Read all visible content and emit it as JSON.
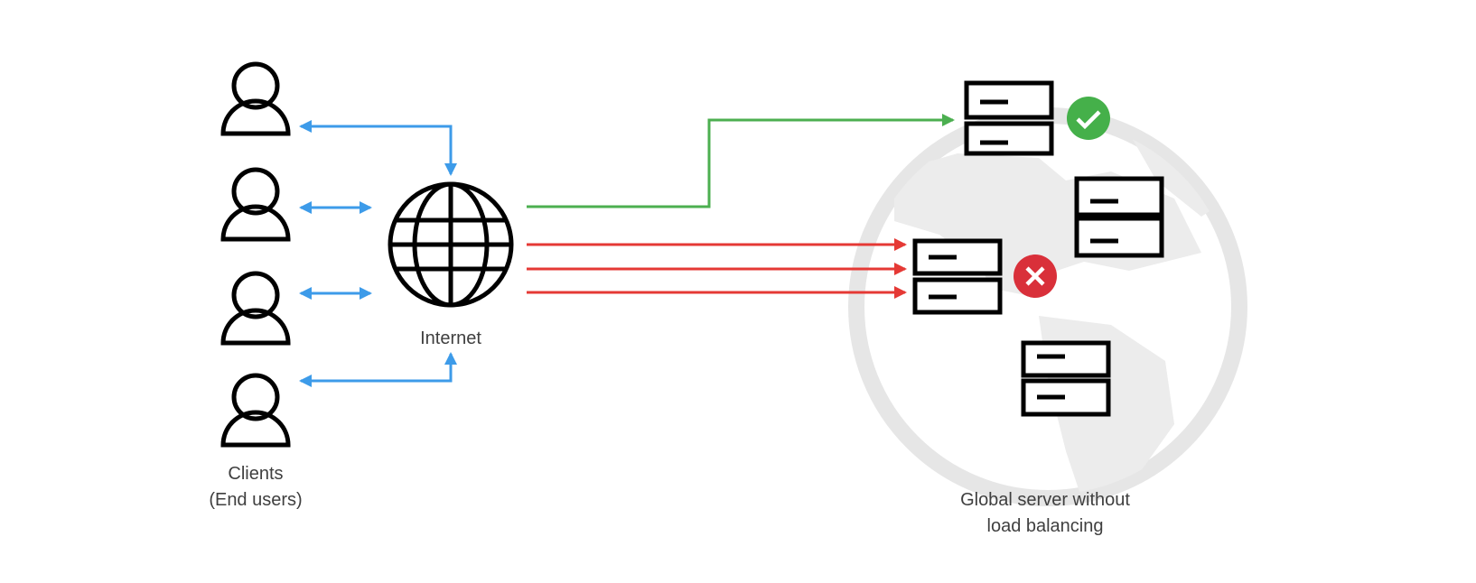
{
  "labels": {
    "internet": "Internet",
    "clients_line1": "Clients",
    "clients_line2": "(End users)",
    "servers_line1": "Global server without",
    "servers_line2": "load balancing"
  },
  "icons": {
    "client": "user-icon",
    "internet": "globe-icon",
    "server": "server-icon",
    "success": "check-circle-icon",
    "failure": "x-circle-icon",
    "background": "world-map-globe"
  },
  "colors": {
    "client_links": "#3d9be9",
    "success_route": "#4caf50",
    "failed_routes": "#e53935",
    "success_badge": "#45b04a",
    "failure_badge": "#d9303a",
    "background_globe": "#e6e6e6",
    "text": "#3f3f3f"
  }
}
